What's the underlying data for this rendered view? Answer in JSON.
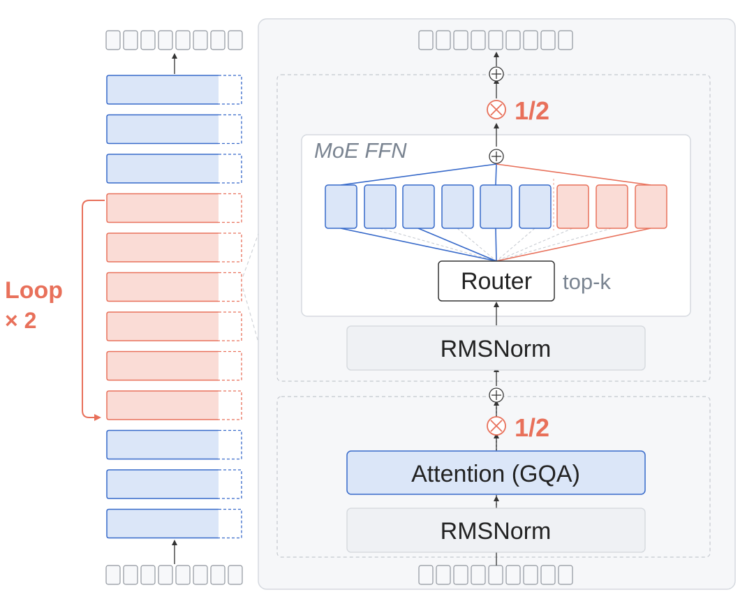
{
  "loop_label": {
    "line1": "Loop",
    "line2": "× 2"
  },
  "moe_label": "MoE FFN",
  "router_label": "Router",
  "topk_label": "top-k",
  "ffn_norm_label": "RMSNorm",
  "attn_label": "Attention (GQA)",
  "attn_norm_label": "RMSNorm",
  "ffn_scale_label": "1/2",
  "attn_scale_label": "1/2",
  "layer_stack": [
    "blue",
    "blue",
    "blue",
    "red",
    "red",
    "red",
    "red",
    "red",
    "red",
    "blue",
    "blue",
    "blue"
  ],
  "experts": [
    "blue",
    "blue",
    "blue",
    "blue",
    "blue",
    "blue",
    "red",
    "red",
    "red"
  ],
  "left_token_count": 8,
  "right_token_count": 9,
  "colors": {
    "blue_fill": "#dbe6f8",
    "blue_stroke": "#3568c9",
    "red_fill": "#fadcd6",
    "red_stroke": "#e8705a",
    "accent_red": "#e8705a",
    "gray_text": "#7a8491",
    "panel_fill": "#f6f7f9",
    "panel_stroke": "#d5d9df",
    "norm_fill": "#eff1f4",
    "token_stroke": "#8f959d",
    "token_fill": "#f7f8fa"
  }
}
